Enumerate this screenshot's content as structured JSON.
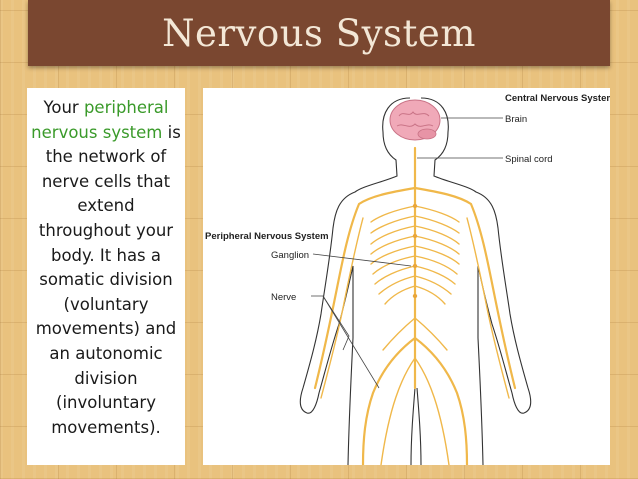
{
  "slide": {
    "title": "Nervous System",
    "body": {
      "prefix": "Your ",
      "highlight": "peripheral nervous system",
      "suffix": " is the network of nerve cells that extend throughout your body. It has a somatic division (voluntary movements) and an autonomic division (involuntary movements)."
    },
    "diagram": {
      "cns_heading": "Central Nervous System",
      "brain": "Brain",
      "spinal_cord": "Spinal cord",
      "pns_heading": "Peripheral Nervous System",
      "ganglion": "Ganglion",
      "nerve": "Nerve"
    }
  },
  "colors": {
    "title_bar": "#7a4730",
    "title_text": "#f3e7d6",
    "highlight": "#3a9a2a",
    "nerve": "#f0b84a",
    "brain": "#f0a9b8"
  }
}
